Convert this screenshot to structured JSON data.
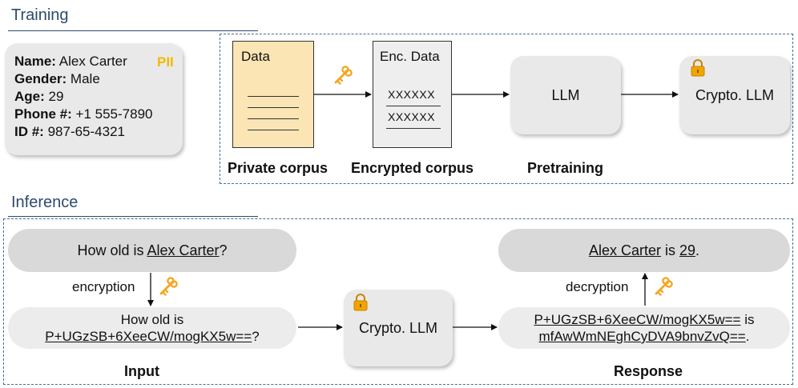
{
  "training": {
    "title": "Training",
    "pii_card": {
      "rows": [
        {
          "key": "Name:",
          "value": "Alex Carter"
        },
        {
          "key": "Gender:",
          "value": "Male"
        },
        {
          "key": "Age:",
          "value": "29"
        },
        {
          "key": "Phone #:",
          "value": "+1 555-7890"
        },
        {
          "key": "ID #:",
          "value": "987-65-4321"
        }
      ],
      "badge": "PII"
    },
    "data_doc": {
      "title": "Data"
    },
    "enc_doc": {
      "title": "Enc. Data",
      "lines": [
        "XXXXXX",
        "XXXXXX"
      ]
    },
    "llm": "LLM",
    "crypto_llm": "Crypto. LLM",
    "labels": {
      "private_corpus": "Private corpus",
      "encrypted_corpus": "Encrypted corpus",
      "pretraining": "Pretraining"
    }
  },
  "inference": {
    "title": "Inference",
    "question": {
      "pre": "How old is ",
      "name": "Alex Carter",
      "post": "?"
    },
    "encryption_label": "encryption",
    "enc_question": {
      "line1": "How old is",
      "cipher": "P+UGzSB+6XeeCW/mogKX5w==",
      "post": "?"
    },
    "crypto_llm": "Crypto. LLM",
    "enc_answer": {
      "cipher1": "P+UGzSB+6XeeCW/mogKX5w==",
      "mid": " is",
      "cipher2": "mfAwWmNEghCyDVA9bnvZvQ==",
      "post": "."
    },
    "decryption_label": "decryption",
    "answer": {
      "name": "Alex Carter",
      "mid": " is ",
      "age": "29",
      "post": "."
    },
    "labels": {
      "input": "Input",
      "response": "Response"
    }
  },
  "colors": {
    "key": "#f5a623",
    "pii": "#f5b800",
    "lock": "#f0a500",
    "doc_fill": "#fbe5b4",
    "section": "#2c4a6e"
  }
}
